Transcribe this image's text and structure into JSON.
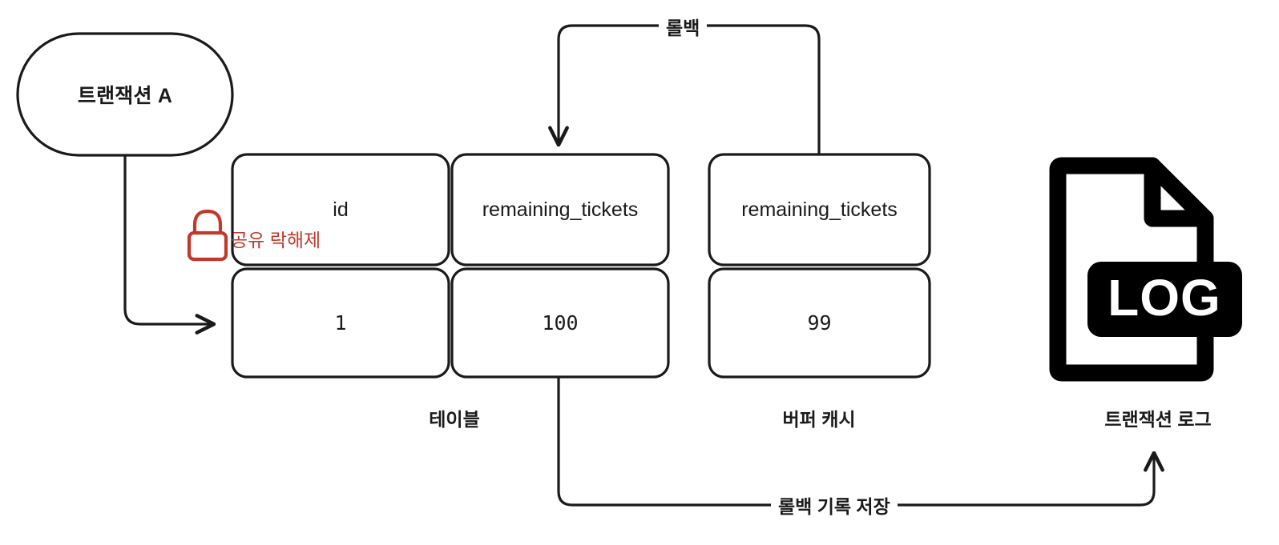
{
  "diagram": {
    "title_text": "트랜잭션 A",
    "stroke_color": "#1a1a1a",
    "accent_red": "#c0392b",
    "background": "#ffffff"
  },
  "transaction_node": {
    "label": "트랜잭션 A"
  },
  "lock_annotation": {
    "icon": "padlock-icon",
    "text": "공유 락해제",
    "color": "#c0392b"
  },
  "table": {
    "caption": "테이블",
    "columns": [
      "id",
      "remaining_tickets"
    ],
    "rows": [
      [
        "1",
        "100"
      ]
    ]
  },
  "buffer_cache": {
    "caption": "버퍼 캐시",
    "columns": [
      "remaining_tickets"
    ],
    "rows": [
      [
        "99"
      ]
    ]
  },
  "transaction_log": {
    "caption": "트랜잭션 로그",
    "icon": "log-file-icon",
    "badge_text": "LOG"
  },
  "edges": {
    "rollback": "롤백",
    "save_rollback_record": "롤백 기록 저장"
  }
}
